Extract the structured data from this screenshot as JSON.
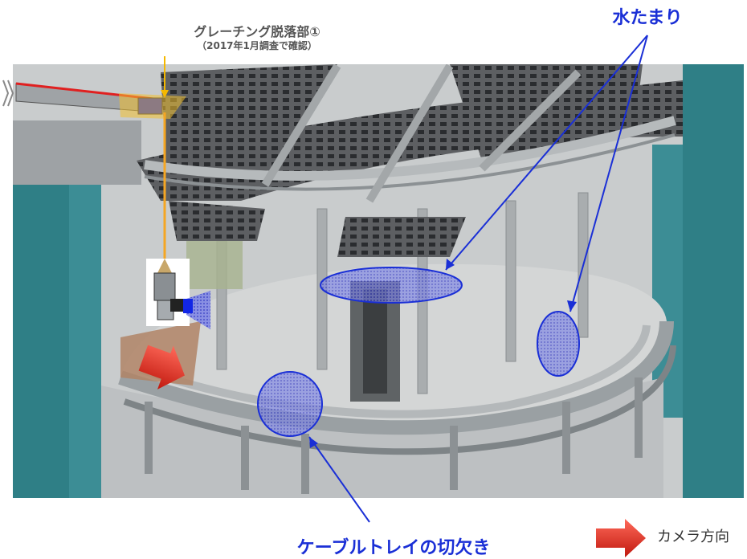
{
  "labels": {
    "grating_title": "グレーチング脱落部①",
    "grating_subtitle": "（2017年1月調査で確認）",
    "water": "水たまり",
    "cable_tray": "ケーブルトレイの切欠き",
    "camera_direction": "カメラ方向"
  },
  "colors": {
    "annotation_blue": "#1a2fd6",
    "highlight_fill": "#3b3bd9",
    "camera_arrow": "#e8352a",
    "cable_orange": "#f5a623",
    "wall_teal": "#2f7f86",
    "floor_gray": "#d4d6d6"
  },
  "icons": {
    "camera_direction_arrow": "right-arrow-icon",
    "investigation_device": "camera-device-icon"
  }
}
